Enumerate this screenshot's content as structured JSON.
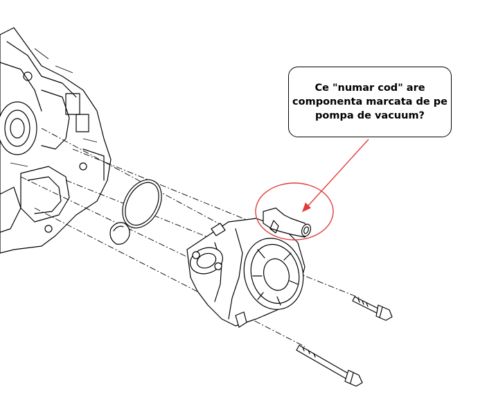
{
  "callout": {
    "lines": [
      "Ce \"numar cod\" are",
      "componenta marcata de pe",
      "pompa de vacuum?"
    ]
  },
  "colors": {
    "annotation": "#e23a3a",
    "line_art": "#000000",
    "background": "#ffffff"
  }
}
